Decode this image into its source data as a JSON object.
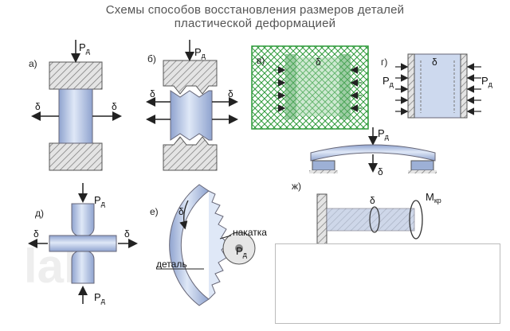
{
  "title": {
    "line1": "Схемы способов восстановления размеров деталей",
    "line2": "пластической деформацией"
  },
  "watermark": "lab",
  "colors": {
    "part_fill": "#b8c8e8",
    "hatch": "#888888",
    "arrow": "#222222",
    "selection": "#2e9a3a"
  },
  "force": {
    "symbol": "P",
    "sub": "д"
  },
  "delta": "δ",
  "torque": {
    "symbol": "M",
    "sub": "кр"
  },
  "diagrams": {
    "a": {
      "label": "а)"
    },
    "b": {
      "label": "б)"
    },
    "v": {
      "label": "в)"
    },
    "g": {
      "label": "г)"
    },
    "d": {
      "label": "д)"
    },
    "e": {
      "label": "е)",
      "tool_label": "накатка",
      "part_label": "деталь"
    },
    "zh": {
      "label": "ж)"
    }
  }
}
